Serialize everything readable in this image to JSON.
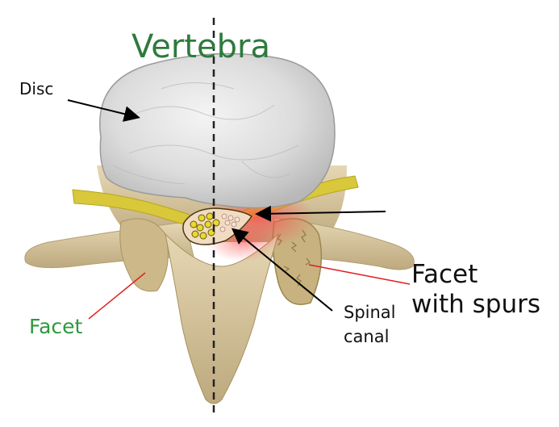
{
  "diagram": {
    "title": "Vertebra",
    "labels": {
      "disc": "Disc",
      "facet": "Facet",
      "facet_spurs_line1": "Facet",
      "facet_spurs_line2": "with spurs",
      "spinal_line1": "Spinal",
      "spinal_line2": "canal"
    },
    "colors": {
      "title": "#2e7a3c",
      "facet_label": "#2e9a3c",
      "pointer_red": "#e02020",
      "pointer_black": "#000000",
      "bone": "#d9c7a0",
      "disc": "#d6d6d6",
      "nerve": "#d8c83a",
      "inflammation": "#f05a5a"
    }
  }
}
